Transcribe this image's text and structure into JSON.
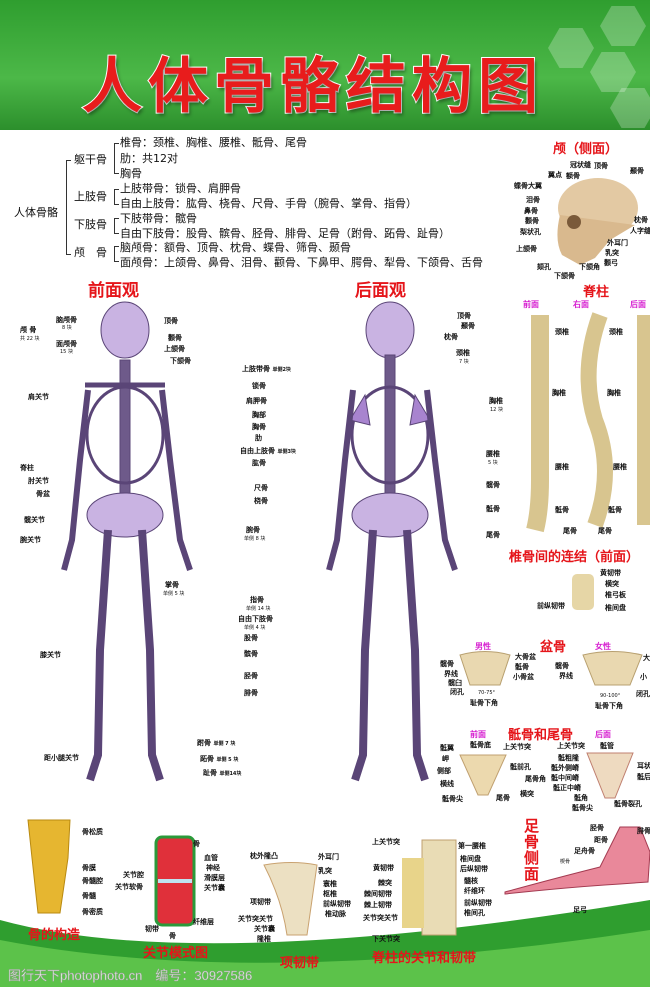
{
  "title": "人体骨骼结构图",
  "tree": {
    "root": "人体骨骼",
    "branches": [
      "躯干骨",
      "上肢骨",
      "下肢骨",
      "颅　骨"
    ],
    "leaves": [
      "椎骨：颈椎、胸椎、腰椎、骶骨、尾骨",
      "肋：共12对",
      "胸骨",
      "上肢带骨：锁骨、肩胛骨",
      "自由上肢骨：肱骨、桡骨、尺骨、手骨（腕骨、掌骨、指骨）",
      "下肢带骨：髋骨",
      "自由下肢骨：股骨、髌骨、胫骨、腓骨、足骨（跗骨、跖骨、趾骨）",
      "脑颅骨：额骨、顶骨、枕骨、蝶骨、筛骨、颞骨",
      "面颅骨：上颌骨、鼻骨、泪骨、颧骨、下鼻甲、腭骨、犁骨、下颌骨、舌骨"
    ]
  },
  "skull_side": {
    "title": "颅（侧面）",
    "labels": [
      "冠状缝",
      "顶骨",
      "翼点",
      "额骨",
      "颞骨",
      "蝶骨大翼",
      "泪骨",
      "鼻骨",
      "颧骨",
      "梨状孔",
      "枕骨",
      "人字缝",
      "外耳门",
      "上颌骨",
      "乳突",
      "颏孔",
      "下颌角",
      "颧弓",
      "下颌骨"
    ]
  },
  "front": {
    "title": "前面观",
    "labels": [
      "颅 骨",
      "共 22 块",
      "脑颅骨",
      "8 块",
      "面颅骨",
      "15 块",
      "顶骨",
      "颧骨",
      "上颌骨",
      "下颌骨",
      "肩关节",
      "脊柱",
      "肘关节",
      "骨盆",
      "髋关节",
      "腕关节",
      "膝关节",
      "距小腿关节"
    ]
  },
  "middle": {
    "labels": [
      "上肢带骨",
      "单侧2块",
      "锁骨",
      "肩胛骨",
      "胸部",
      "胸骨",
      "肋",
      "自由上肢骨",
      "单侧3块",
      "肱骨",
      "尺骨",
      "桡骨",
      "腕骨",
      "单侧 8 块",
      "掌骨",
      "单侧 5 块",
      "指骨",
      "单侧 14 块",
      "自由下肢骨",
      "单侧 4 块",
      "股骨",
      "髌骨",
      "胫骨",
      "腓骨",
      "跗骨",
      "单侧 7 块",
      "跖骨",
      "单侧 5 块",
      "趾骨",
      "单侧14块"
    ]
  },
  "back": {
    "title": "后面观",
    "labels": [
      "顶骨",
      "颞骨",
      "枕骨",
      "颈椎",
      "7 块",
      "胸椎",
      "12 块",
      "腰椎",
      "5 块",
      "髋骨",
      "骶骨",
      "尾骨"
    ]
  },
  "spine": {
    "title": "脊柱",
    "views": [
      "前面",
      "右面",
      "后面"
    ],
    "labels": [
      "颈椎",
      "胸椎",
      "腰椎",
      "骶骨",
      "尾骨",
      "颈椎",
      "胸椎",
      "腰椎",
      "骶骨",
      "尾骨"
    ]
  },
  "vert_joint": {
    "title": "椎骨间的连结（前面）",
    "labels": [
      "黄韧带",
      "横突",
      "椎弓板",
      "前纵韧带",
      "椎间盘"
    ]
  },
  "pelvis": {
    "title": "盆骨",
    "male": "男性",
    "female": "女性",
    "male_labels": [
      "髋骨",
      "界线",
      "髋臼",
      "闭孔",
      "大骨盆",
      "骶骨",
      "小骨盆",
      "耻骨下角",
      "70-75°"
    ],
    "female_labels": [
      "髋骨",
      "界线",
      "大",
      "小",
      "闭孔",
      "耻骨下角",
      "90-100°"
    ]
  },
  "sacrum": {
    "title": "骶骨和尾骨",
    "front": "前面",
    "back": "后面",
    "front_labels": [
      "骶翼",
      "岬",
      "侧部",
      "横线",
      "骶骨尖",
      "骶骨底",
      "上关节突",
      "骶前孔",
      "尾骨角",
      "尾骨",
      "横突"
    ],
    "back_labels": [
      "上关节突",
      "骶管",
      "骶粗隆",
      "骶外侧嵴",
      "骶中间嵴",
      "骶正中嵴",
      "骶角",
      "骶骨尖",
      "骶骨裂孔",
      "耳状",
      "骶后"
    ]
  },
  "bone_structure": {
    "title": "骨的构造",
    "labels": [
      "骨松质",
      "骨膜",
      "骨髓腔",
      "骨髓",
      "骨密质"
    ]
  },
  "joint_model": {
    "title": "关节模式图",
    "labels": [
      "骨",
      "血管",
      "神经",
      "关节腔",
      "滑膜层",
      "关节软骨",
      "关节囊",
      "纤维层",
      "韧带",
      "骨"
    ]
  },
  "nuchal": {
    "title": "项韧带",
    "labels": [
      "枕外隆凸",
      "外耳门",
      "乳突",
      "寰椎",
      "枢椎",
      "前纵韧带",
      "椎动脉",
      "项韧带",
      "关节突关节",
      "关节囊",
      "隆椎"
    ]
  },
  "spine_joints": {
    "title": "脊柱的关节和韧带",
    "labels": [
      "上关节突",
      "第一腰椎",
      "椎间盘",
      "后纵韧带",
      "黄韧带",
      "髓核",
      "纤维环",
      "棘突",
      "棘间韧带",
      "前纵韧带",
      "棘上韧带",
      "椎间孔",
      "关节突关节",
      "下关节突"
    ]
  },
  "foot": {
    "title": "足骨侧面",
    "labels": [
      "胫骨",
      "距骨",
      "腓骨",
      "足舟骨",
      "楔骨",
      "足弓"
    ]
  },
  "watermark": "图行天下photophoto.cn　编号：30927586",
  "colors": {
    "header": "#3aa83a",
    "title": "#e81c1c",
    "section": "#e5151a",
    "view": "#d61fd0",
    "bone": "#b79ad6"
  }
}
